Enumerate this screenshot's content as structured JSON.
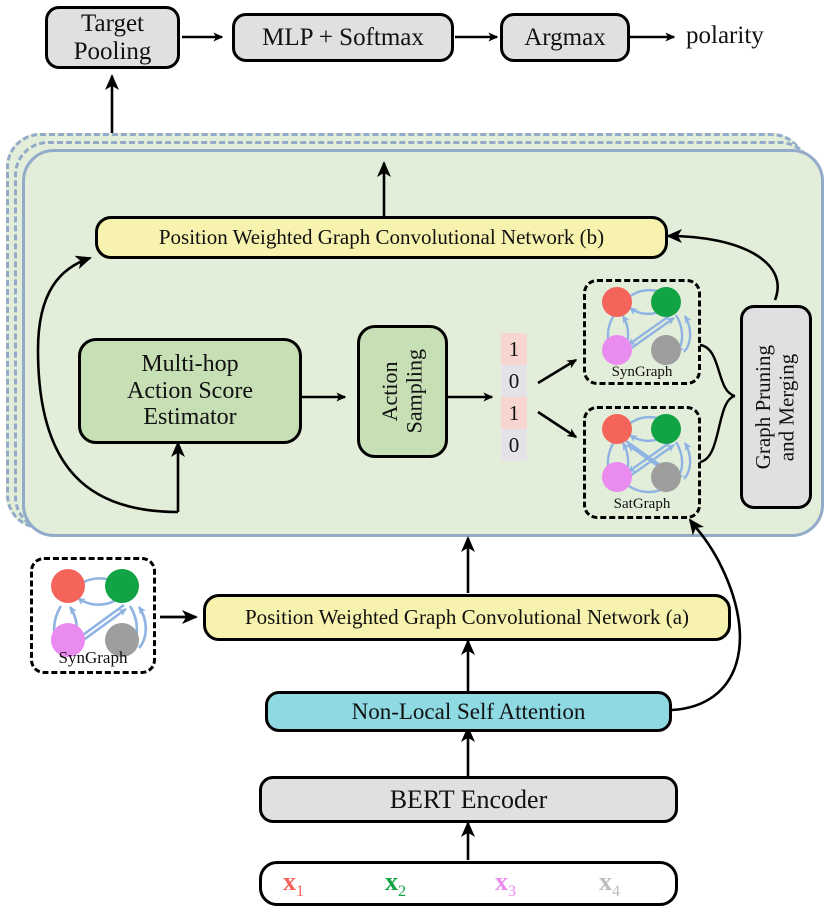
{
  "diagram": {
    "title": "Position Weighted Graph Convolutional Network architecture",
    "colors": {
      "gray_box": "#e0e0e0",
      "yellow_box": "#f7f2ae",
      "green_box": "#c6dfb5",
      "cyan_box": "#8ed9e2",
      "container_fill": "#e2eed9",
      "container_stroke": "#93aac8",
      "bit_one_bg": "#f7d6d2",
      "bit_zero_bg": "#e6e3e8",
      "node_red": "#f4645a",
      "node_green": "#12a345",
      "node_magenta": "#ea8bf0",
      "node_gray": "#9e9e9e",
      "edge_blue": "#8fb4e3",
      "arrow_black": "#000000"
    }
  },
  "top_row": {
    "target_pooling": "Target\nPooling",
    "mlp_softmax": "MLP + Softmax",
    "argmax": "Argmax",
    "polarity": "polarity"
  },
  "main_container": {
    "pwgcn_b": "Position Weighted Graph Convolutional Network (b)",
    "multi_hop": "Multi-hop\nAction Score\nEstimator",
    "action_sampling": "Action\nSampling",
    "graph_pruning": "Graph Pruning\nand Merging",
    "action_vector": [
      "1",
      "0",
      "1",
      "0"
    ],
    "syn_graph_label": "SynGraph",
    "sat_graph_label": "SatGraph"
  },
  "bottom": {
    "syn_graph_label": "SynGraph",
    "pwgcn_a": "Position Weighted Graph Convolutional Network (a)",
    "non_local_self_attention": "Non-Local Self Attention",
    "bert_encoder": "BERT Encoder"
  },
  "tokens": [
    {
      "base": "x",
      "sub": "1",
      "color": "#f4645a"
    },
    {
      "base": "x",
      "sub": "2",
      "color": "#12a345"
    },
    {
      "base": "x",
      "sub": "3",
      "color": "#ea8bf0"
    },
    {
      "base": "x",
      "sub": "4",
      "color": "#bdbdbd"
    }
  ],
  "graph_nodes": {
    "colors": [
      "#f4645a",
      "#12a345",
      "#ea8bf0",
      "#9e9e9e"
    ],
    "layout": "2x2 grid: red top-left, green top-right, magenta bottom-left, gray bottom-right"
  }
}
